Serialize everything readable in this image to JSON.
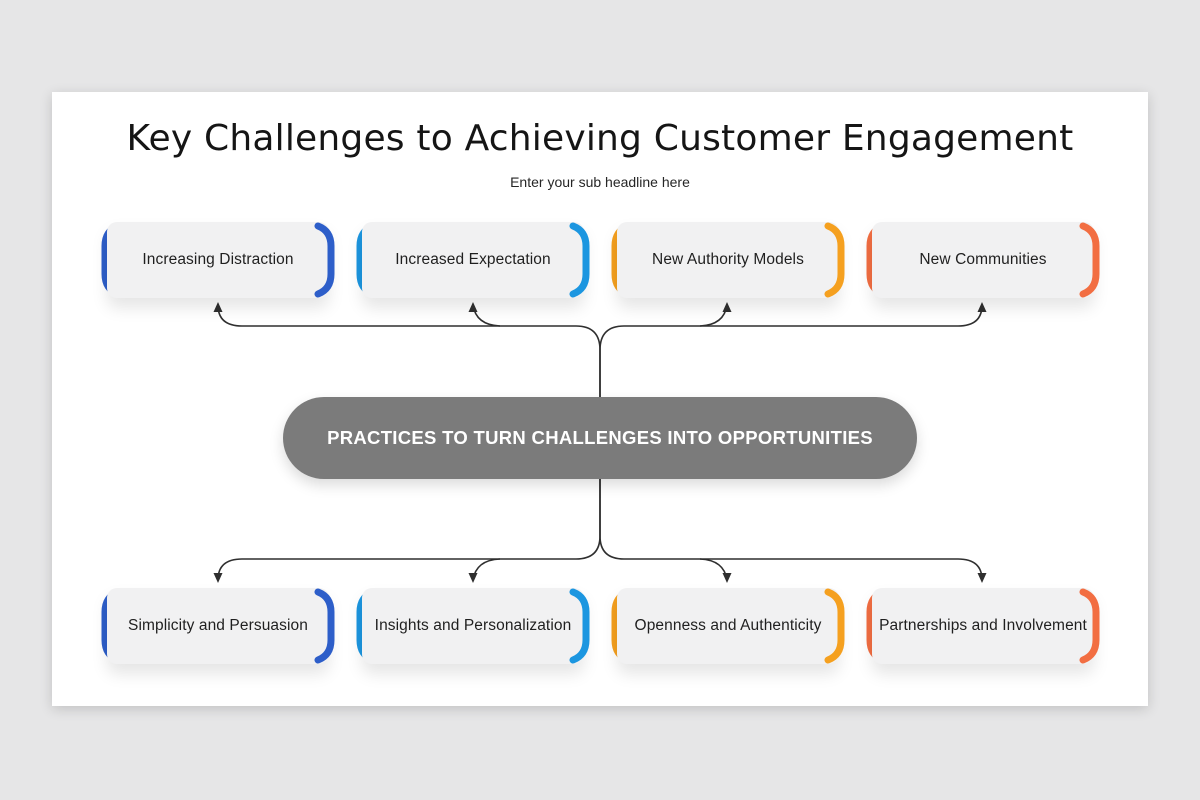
{
  "page": {
    "title": "Key Challenges to Achieving Customer Engagement",
    "subtitle": "Enter your sub headline here"
  },
  "center_pill": {
    "label": "PRACTICES TO TURN CHALLENGES INTO OPPORTUNITIES",
    "color": "#7b7b7b",
    "text_color": "#ffffff"
  },
  "top_row": [
    {
      "label": "Increasing Distraction",
      "bracket_color": "#2d5ec9"
    },
    {
      "label": "Increased Expectation",
      "bracket_color": "#1c96e0"
    },
    {
      "label": "New Authority Models",
      "bracket_color": "#f5a01f"
    },
    {
      "label": "New Communities",
      "bracket_color": "#f26e42"
    }
  ],
  "bottom_row": [
    {
      "label": "Simplicity and Persuasion",
      "bracket_color": "#2d5ec9"
    },
    {
      "label": "Insights and Personalization",
      "bracket_color": "#1c96e0"
    },
    {
      "label": "Openness and Authenticity",
      "bracket_color": "#f5a01f"
    },
    {
      "label": "Partnerships and Involvement",
      "bracket_color": "#f26e42"
    }
  ],
  "connector_color": "#2f2f2f",
  "background_color": "#e6e6e7",
  "card_color": "#ffffff"
}
